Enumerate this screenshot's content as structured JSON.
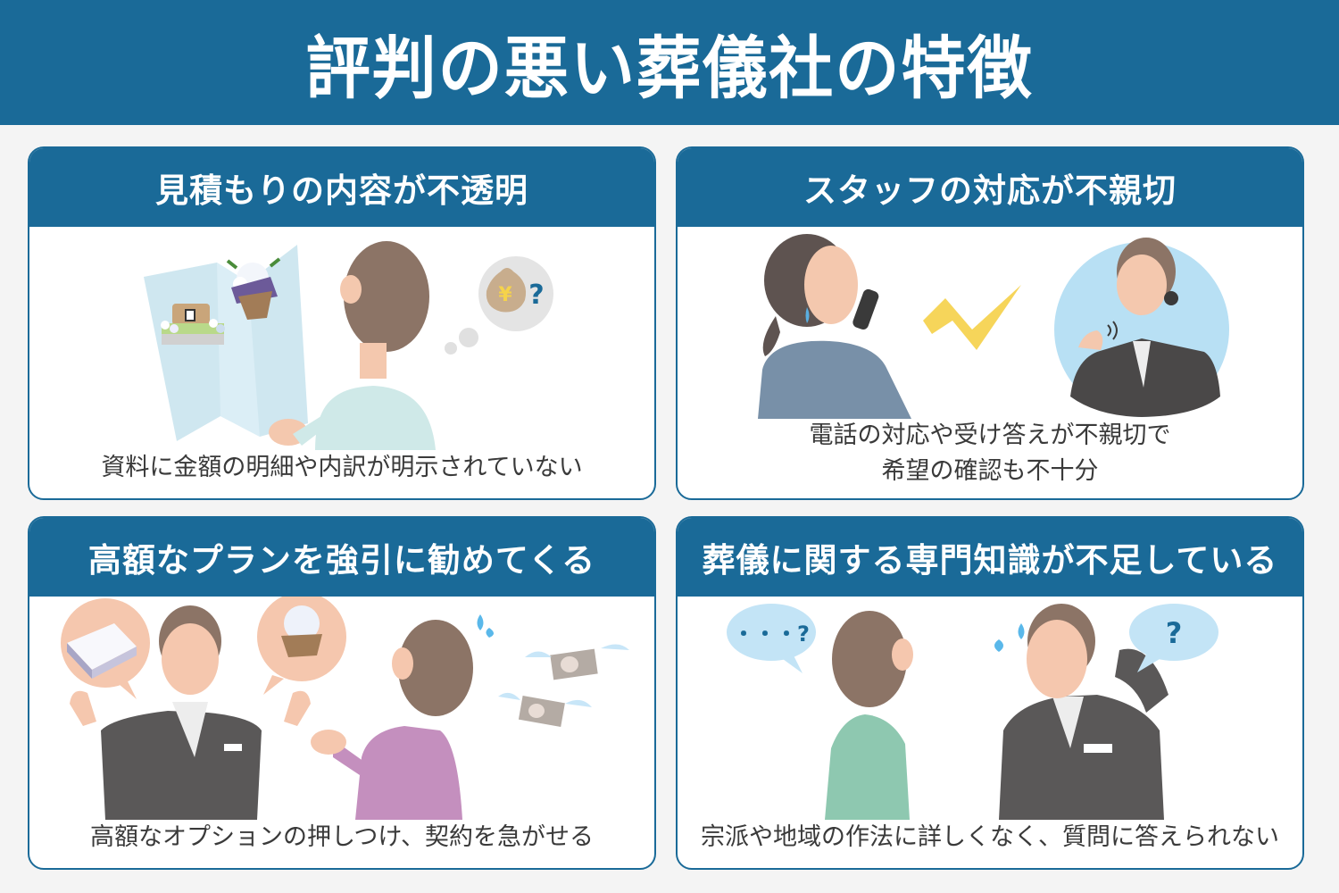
{
  "header": {
    "title": "評判の悪い葬儀社の特徴"
  },
  "colors": {
    "brand_blue": "#1a6a98",
    "background": "#f4f4f4",
    "card_bg": "#ffffff",
    "caption_text": "#3a3a3a"
  },
  "cards": [
    {
      "title": "見積もりの内容が不透明",
      "caption_lines": [
        "資料に金額の明細や内訳が明示されていない"
      ],
      "illustration": "woman-reading-pamphlet-with-moneybag-question"
    },
    {
      "title": "スタッフの対応が不親切",
      "caption_lines": [
        "電話の対応や受け答えが不親切で",
        "希望の確認も不十分"
      ],
      "illustration": "woman-on-phone-with-staff-headset"
    },
    {
      "title": "高額なプランを強引に勧めてくる",
      "caption_lines": [
        "高額なオプションの押しつけ、契約を急がせる"
      ],
      "illustration": "staff-recommending-gifts-and-flowers-money-flying"
    },
    {
      "title": "葬儀に関する専門知識が不足している",
      "caption_lines": [
        "宗派や地域の作法に詳しくなく、質問に答えられない"
      ],
      "illustration": "woman-asking-staff-confused"
    }
  ],
  "icons": {
    "yen_symbol": "¥",
    "question_mark": "?",
    "ellipsis_question": "・・・?"
  }
}
